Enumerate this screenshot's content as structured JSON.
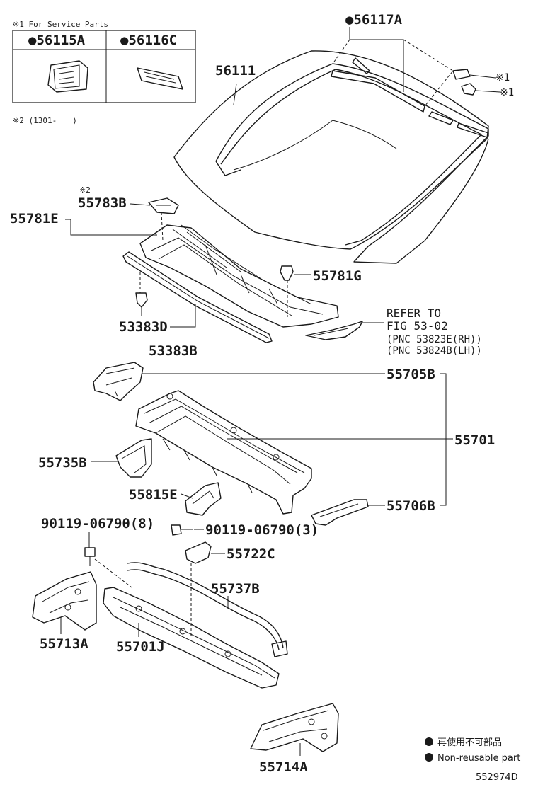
{
  "figure_id": "552974D",
  "service_note": {
    "title": "※1 For Service Parts",
    "parts": [
      "●56115A",
      "●56116C"
    ]
  },
  "note2": "※2 (1301-　　)",
  "callouts": {
    "p56117A": "●56117A",
    "p56111": "56111",
    "mark1a": "※1",
    "mark1b": "※1",
    "mark2": "※2",
    "p55783B": "55783B",
    "p55781E": "55781E",
    "p55781G": "55781G",
    "p53383D": "53383D",
    "p53383B": "53383B",
    "p55705B": "55705B",
    "p55701": "55701",
    "p55735B": "55735B",
    "p55815E": "55815E",
    "p55706B": "55706B",
    "bolt8": "90119-06790(8)",
    "bolt3": "90119-06790(3)",
    "p55722C": "55722C",
    "p55737B": "55737B",
    "p55713A": "55713A",
    "p55701J": "55701J",
    "p55714A": "55714A"
  },
  "refer": {
    "line1": "REFER TO",
    "line2": "FIG 53-02",
    "line3": "(PNC 53823E(RH))",
    "line4": "(PNC 53824B(LH))"
  },
  "legend": {
    "jp": "再使用不可部品",
    "en": "Non-reusable part"
  }
}
